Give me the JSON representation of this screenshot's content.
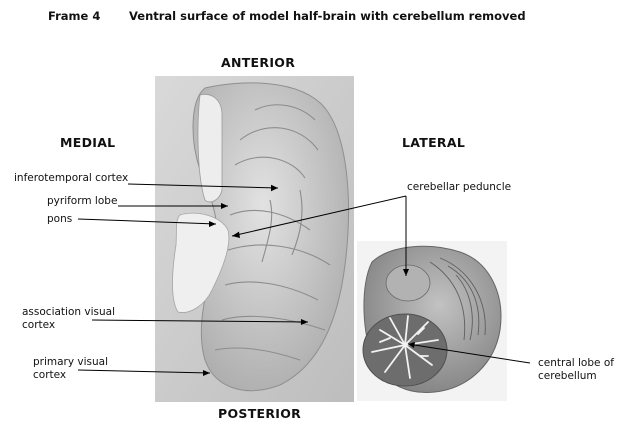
{
  "header": {
    "frame": "Frame 4",
    "caption": "Ventral surface of model half-brain with cerebellum removed"
  },
  "orientation": {
    "anterior": "ANTERIOR",
    "posterior": "POSTERIOR",
    "medial": "MEDIAL",
    "lateral": "LATERAL"
  },
  "labels": {
    "inferotemporal_cortex": "inferotemporal cortex",
    "pyriform_lobe": "pyriform lobe",
    "pons": "pons",
    "association_visual_cortex_1": "association visual",
    "association_visual_cortex_2": "cortex",
    "primary_visual_cortex_1": "primary visual",
    "primary_visual_cortex_2": "cortex",
    "cerebellar_peduncle": "cerebellar peduncle",
    "central_lobe_1": "central lobe of",
    "central_lobe_2": "cerebellum"
  }
}
